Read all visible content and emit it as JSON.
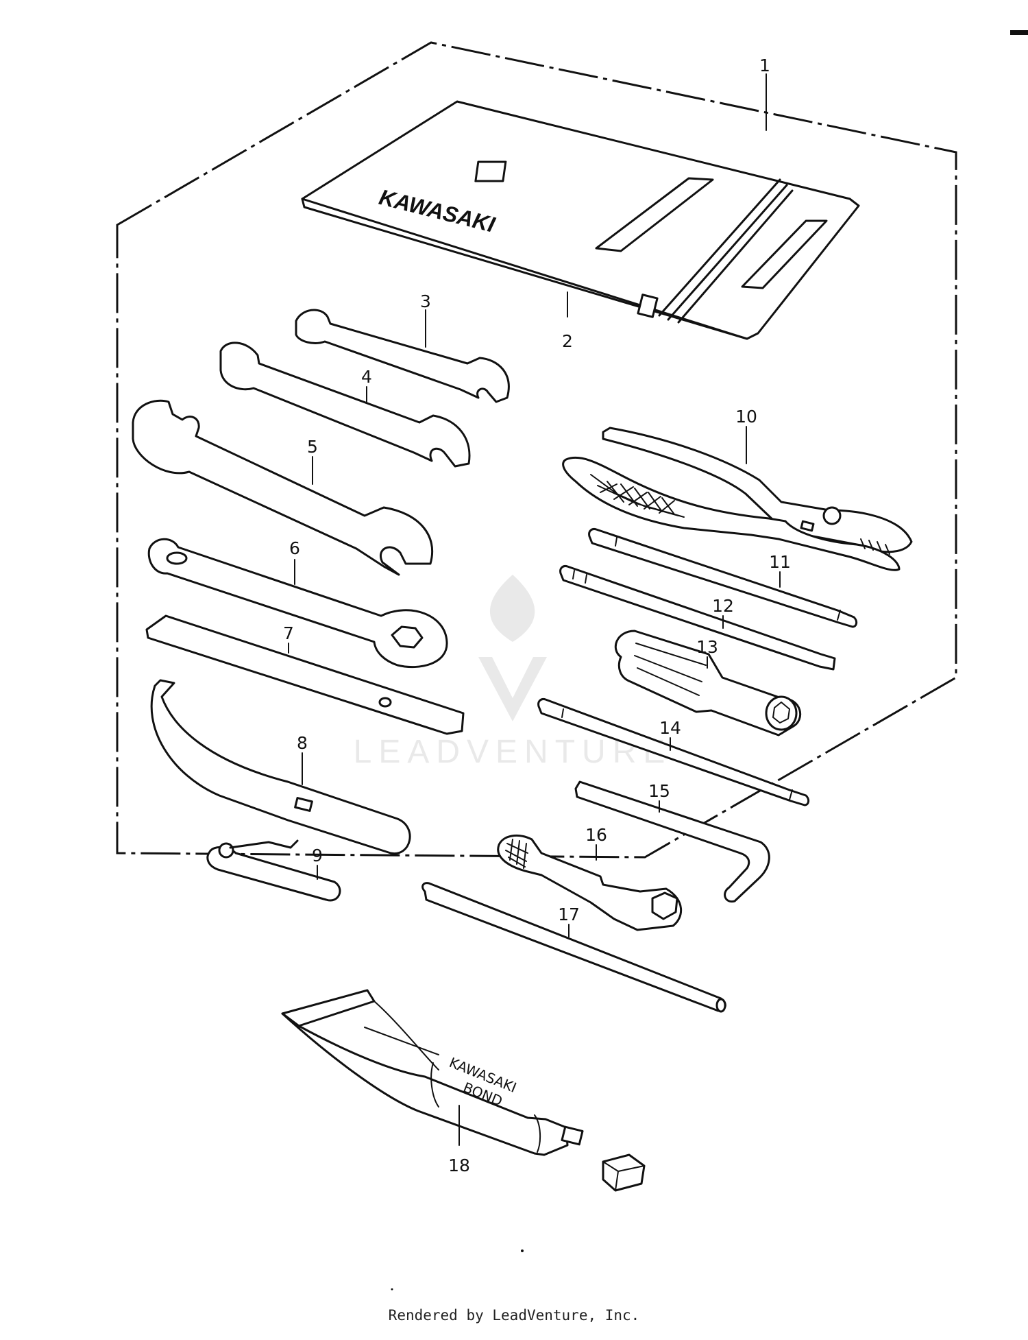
{
  "diagram": {
    "callouts": [
      "1",
      "2",
      "3",
      "4",
      "5",
      "6",
      "7",
      "8",
      "9",
      "10",
      "11",
      "12",
      "13",
      "14",
      "15",
      "16",
      "17",
      "18"
    ],
    "case_brand_text": "KAWASAKI",
    "tube_label_line1": "KAWASAKI",
    "tube_label_line2": "BOND",
    "watermark_text": "LEADVENTURE"
  },
  "footer": {
    "credit": "Rendered by LeadVenture, Inc."
  },
  "colors": {
    "line": "#111111",
    "background": "#ffffff",
    "watermark": "#e9e9e9"
  },
  "icons": [
    "flame-logo-icon"
  ]
}
